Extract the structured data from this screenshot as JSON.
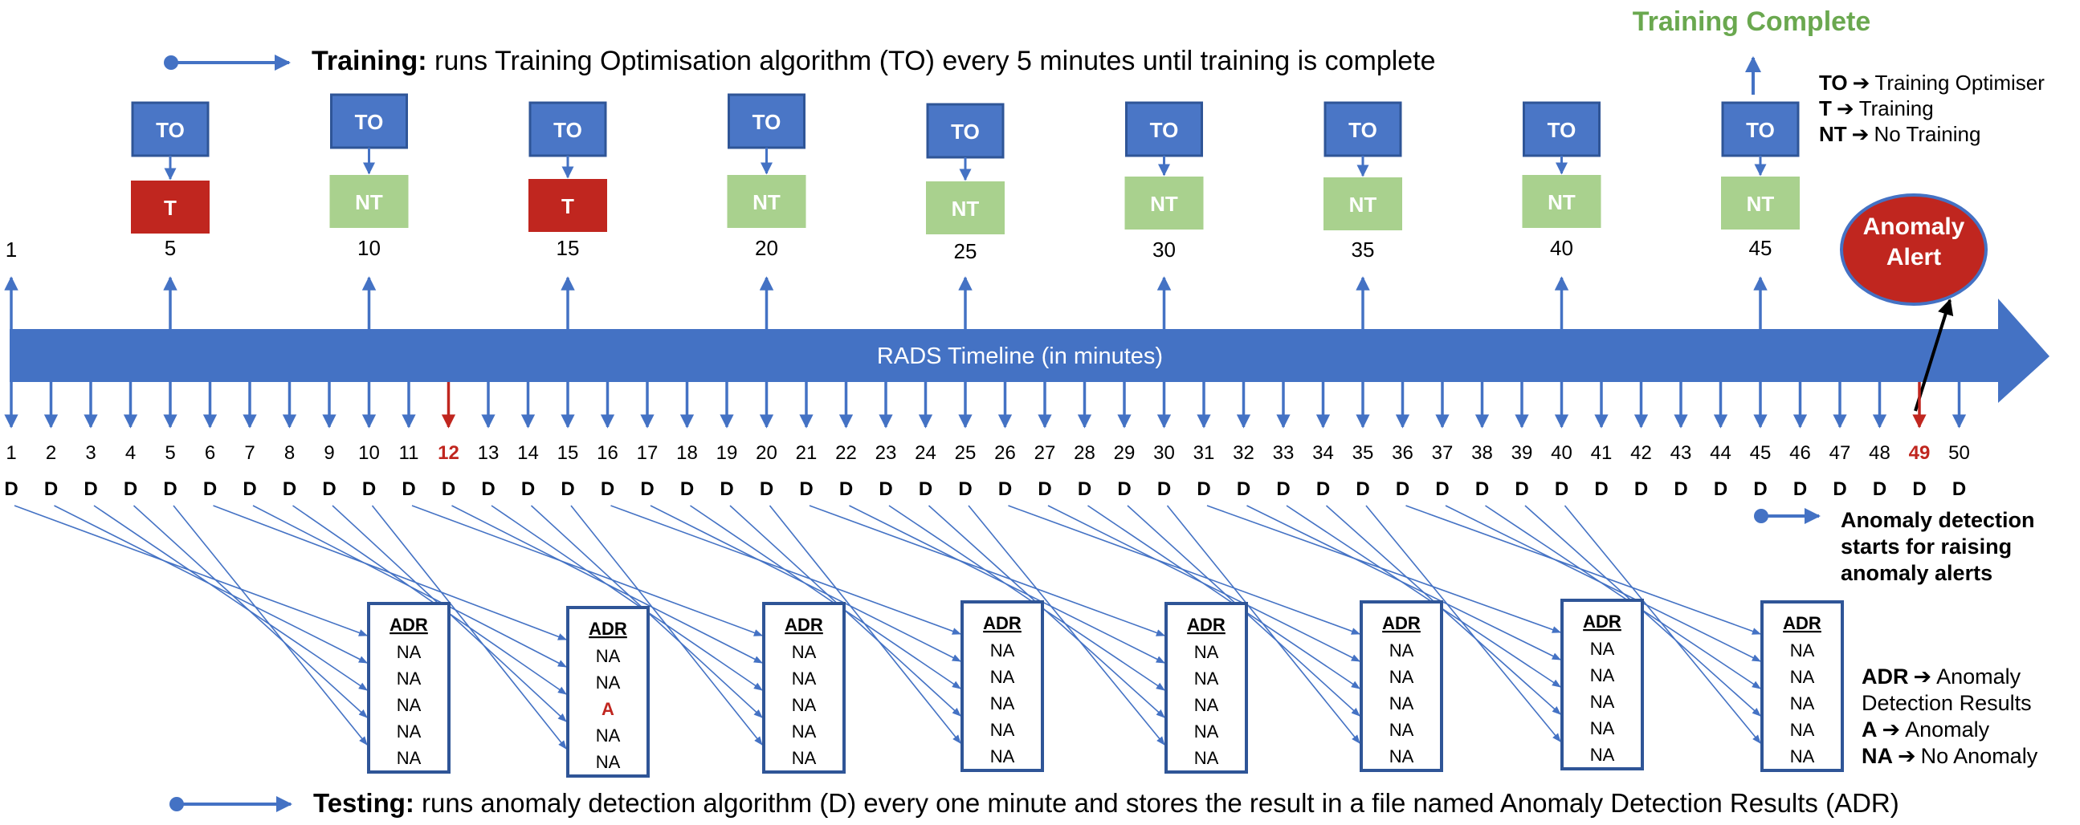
{
  "colors": {
    "blue": "#4472C4",
    "box_blue": "#4A76C6",
    "red": "#C0261F",
    "green": "#A9D18E",
    "text_green": "#6AA84F",
    "black": "#000000",
    "white": "#ffffff"
  },
  "header": {
    "training_bold": "Training:",
    "training_rest": " runs Training Optimisation algorithm (TO) every 5 minutes until training is complete",
    "training_complete": "Training Complete"
  },
  "legend_top": [
    {
      "key": "TO",
      "value": "Training Optimiser"
    },
    {
      "key": "T",
      "value": "Training"
    },
    {
      "key": "NT",
      "value": "No Training"
    }
  ],
  "legend_bottom": [
    {
      "key": "ADR",
      "lines": [
        "Anomaly",
        "Detection Results"
      ]
    },
    {
      "key": "A",
      "lines": [
        "Anomaly"
      ]
    },
    {
      "key": "NA",
      "lines": [
        "No Anomaly"
      ]
    }
  ],
  "arrow_symbol": "➔",
  "timeline": {
    "label": "RADS Timeline (in minutes)",
    "start_label": "1",
    "minutes": [
      "1",
      "2",
      "3",
      "4",
      "5",
      "6",
      "7",
      "8",
      "9",
      "10",
      "11",
      "12",
      "13",
      "14",
      "15",
      "16",
      "17",
      "18",
      "19",
      "20",
      "21",
      "22",
      "23",
      "24",
      "25",
      "26",
      "27",
      "28",
      "29",
      "30",
      "31",
      "32",
      "33",
      "34",
      "35",
      "36",
      "37",
      "38",
      "39",
      "40",
      "41",
      "42",
      "43",
      "44",
      "45",
      "46",
      "47",
      "48",
      "49",
      "50"
    ],
    "highlight_minutes": [
      "12",
      "49"
    ],
    "detector_label": "D"
  },
  "training_steps": [
    {
      "minute": "5",
      "to": "TO",
      "status": "T",
      "trained": true
    },
    {
      "minute": "10",
      "to": "TO",
      "status": "NT",
      "trained": false
    },
    {
      "minute": "15",
      "to": "TO",
      "status": "T",
      "trained": true
    },
    {
      "minute": "20",
      "to": "TO",
      "status": "NT",
      "trained": false
    },
    {
      "minute": "25",
      "to": "TO",
      "status": "NT",
      "trained": false
    },
    {
      "minute": "30",
      "to": "TO",
      "status": "NT",
      "trained": false
    },
    {
      "minute": "35",
      "to": "TO",
      "status": "NT",
      "trained": false
    },
    {
      "minute": "40",
      "to": "TO",
      "status": "NT",
      "trained": false
    },
    {
      "minute": "45",
      "to": "TO",
      "status": "NT",
      "trained": false
    }
  ],
  "adr_boxes": [
    {
      "title": "ADR",
      "results": [
        "NA",
        "NA",
        "NA",
        "NA",
        "NA"
      ]
    },
    {
      "title": "ADR",
      "results": [
        "NA",
        "NA",
        "A",
        "NA",
        "NA"
      ]
    },
    {
      "title": "ADR",
      "results": [
        "NA",
        "NA",
        "NA",
        "NA",
        "NA"
      ]
    },
    {
      "title": "ADR",
      "results": [
        "NA",
        "NA",
        "NA",
        "NA",
        "NA"
      ]
    },
    {
      "title": "ADR",
      "results": [
        "NA",
        "NA",
        "NA",
        "NA",
        "NA"
      ]
    },
    {
      "title": "ADR",
      "results": [
        "NA",
        "NA",
        "NA",
        "NA",
        "NA"
      ]
    },
    {
      "title": "ADR",
      "results": [
        "NA",
        "NA",
        "NA",
        "NA",
        "NA"
      ]
    },
    {
      "title": "ADR",
      "results": [
        "NA",
        "NA",
        "NA",
        "NA",
        "NA"
      ]
    }
  ],
  "anomaly_alert": {
    "line1": "Anomaly",
    "line2": "Alert"
  },
  "detection_note": [
    "Anomaly detection",
    "starts for raising",
    "anomaly alerts"
  ],
  "testing": {
    "bold": "Testing:",
    "rest": " runs anomaly detection algorithm (D) every one minute and stores the result in a file named Anomaly Detection Results (ADR)"
  }
}
